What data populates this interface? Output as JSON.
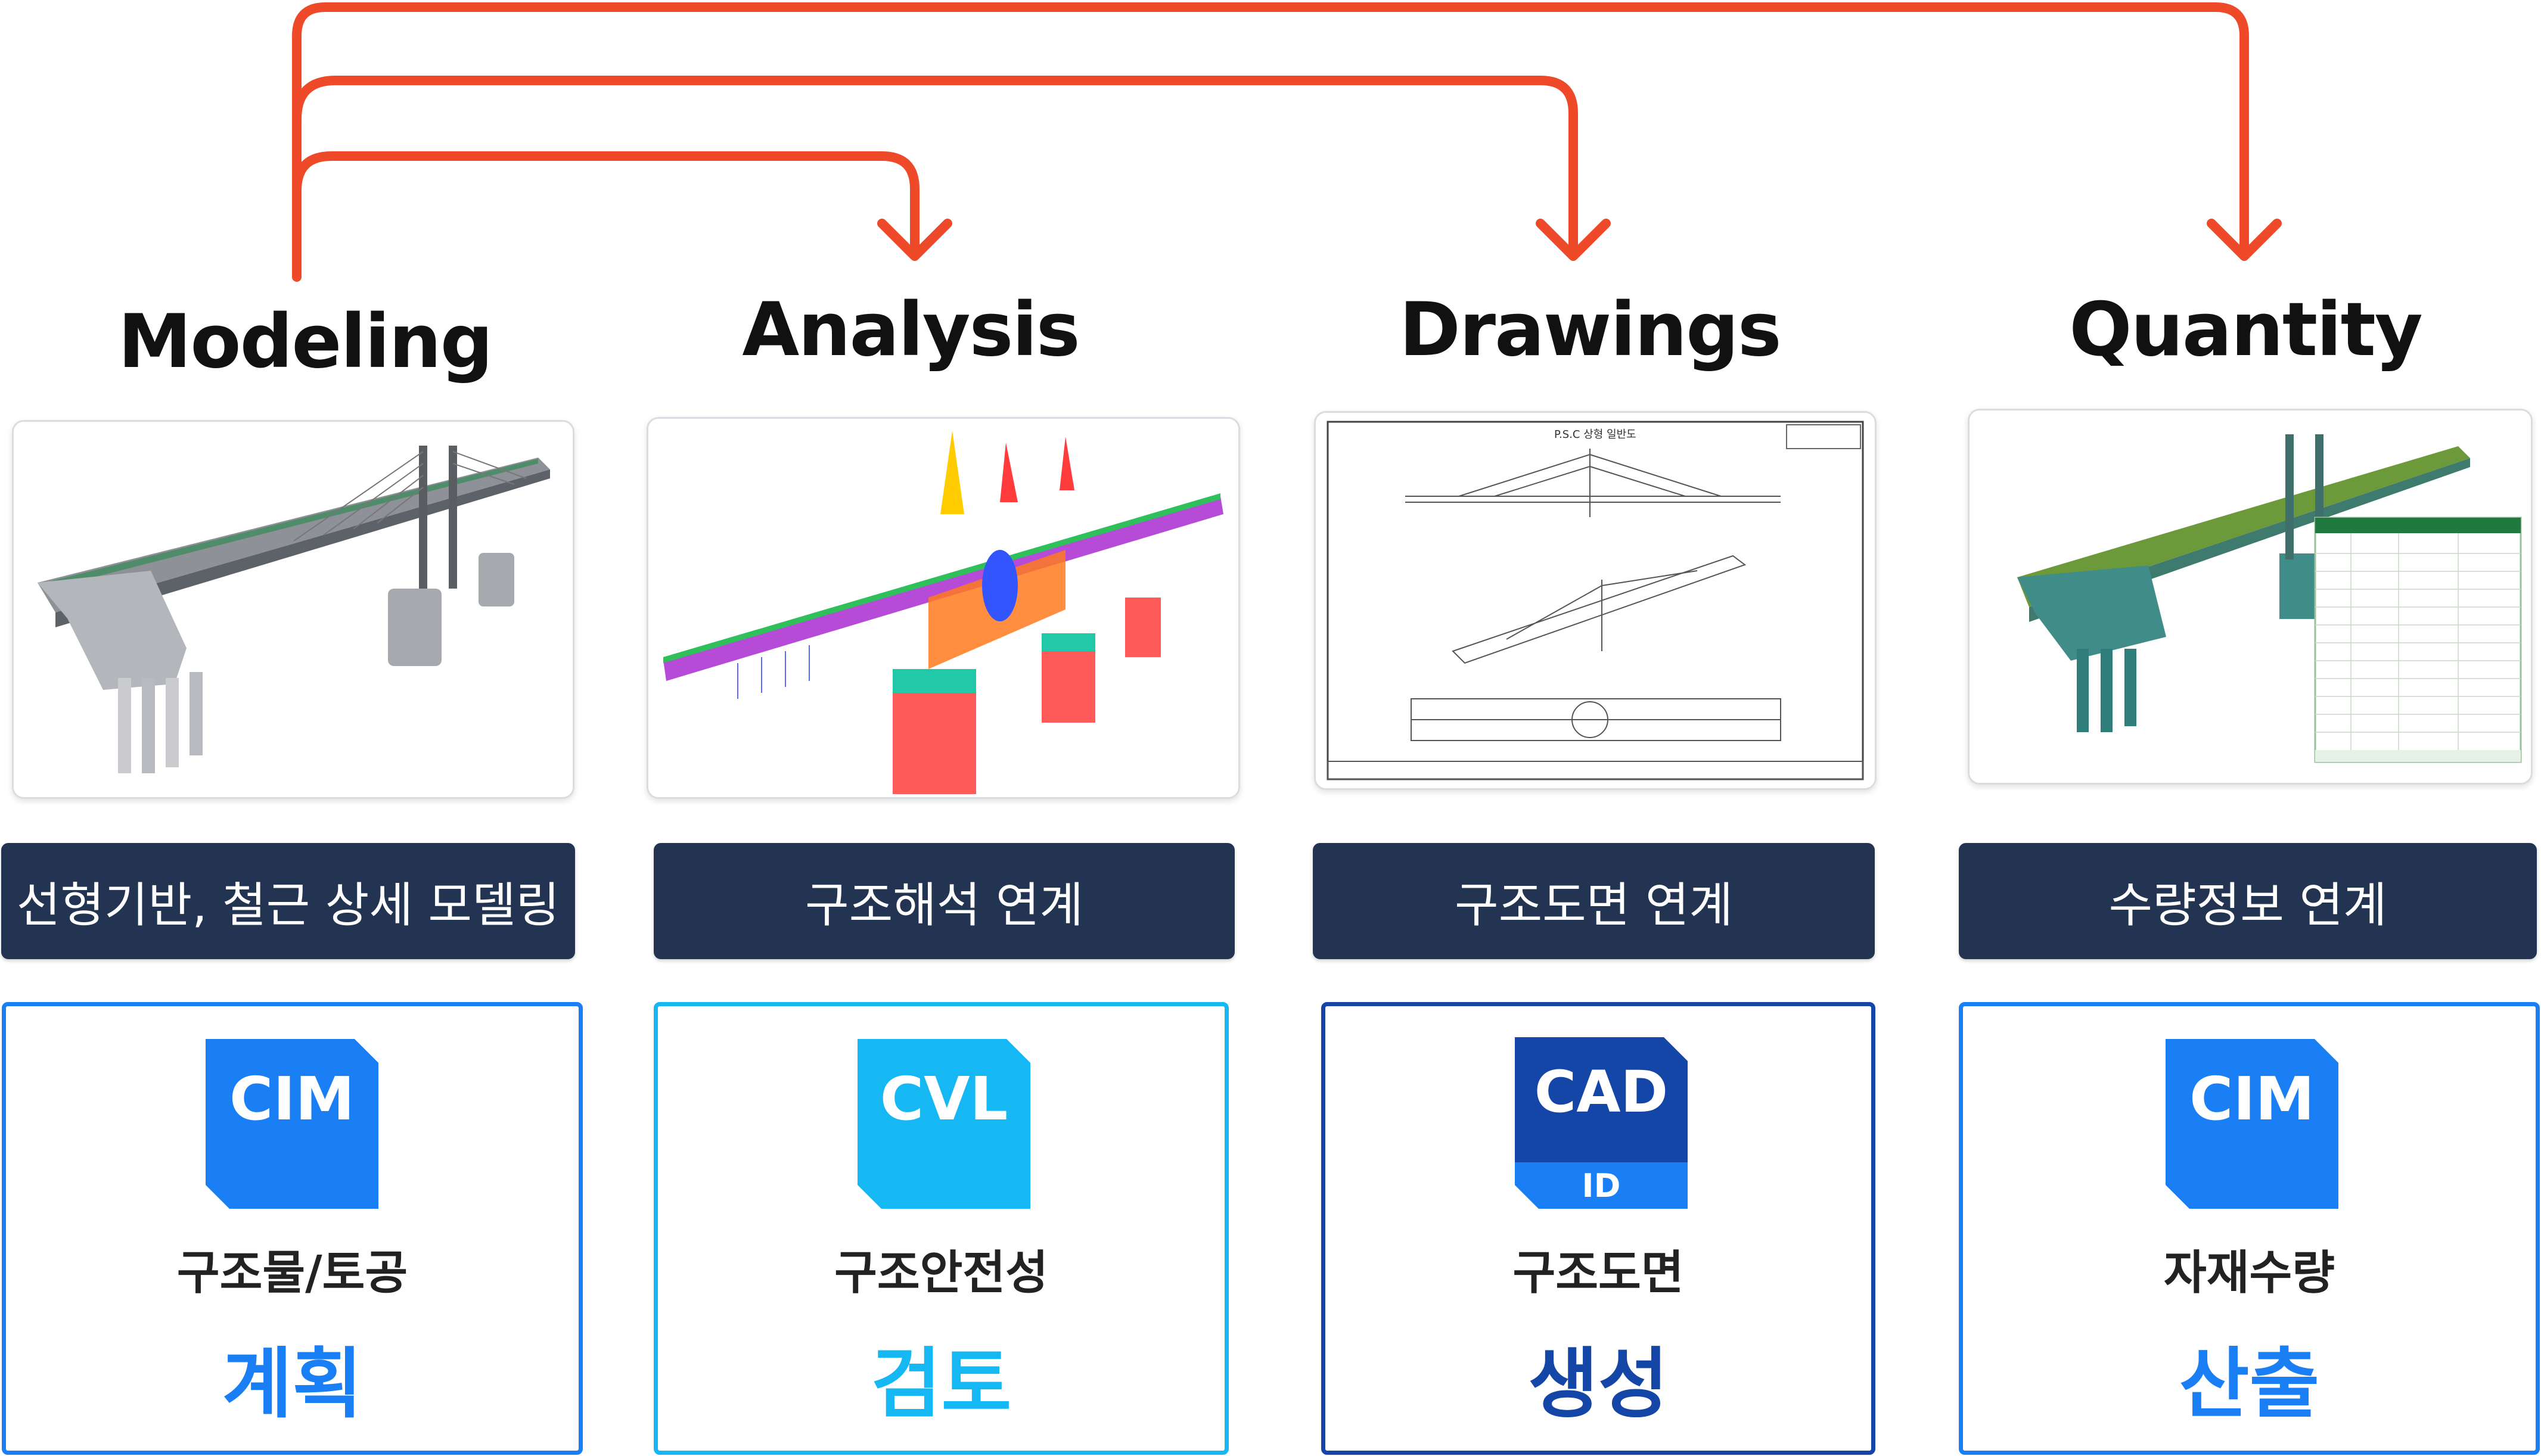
{
  "stages": [
    {
      "title": "Modeling",
      "banner": "선형기반, 철근 상세 모델링",
      "product": {
        "code": "CIM",
        "desc": "구조물/토공",
        "action": "계획",
        "color": "#1a7ff5"
      }
    },
    {
      "title": "Analysis",
      "banner": "구조해석 연계",
      "product": {
        "code": "CVL",
        "desc": "구조안전성",
        "action": "검토",
        "color": "#16b8f3"
      }
    },
    {
      "title": "Drawings",
      "banner": "구조도면 연계",
      "product": {
        "code": "CAD",
        "sub": "ID",
        "desc": "구조도면",
        "action": "생성",
        "color": "#1446a8"
      }
    },
    {
      "title": "Quantity",
      "banner": "수량정보 연계",
      "product": {
        "code": "CIM",
        "desc": "자재수량",
        "action": "산출",
        "color": "#1a7ff5"
      }
    }
  ],
  "colors": {
    "arrow": "#ee4a2a",
    "banner_bg": "#223451",
    "title_text": "#111111"
  },
  "icons": [
    "bridge-model-image",
    "bridge-analysis-image",
    "bridge-drawing-image",
    "bridge-quantity-image",
    "arrow-icon"
  ]
}
